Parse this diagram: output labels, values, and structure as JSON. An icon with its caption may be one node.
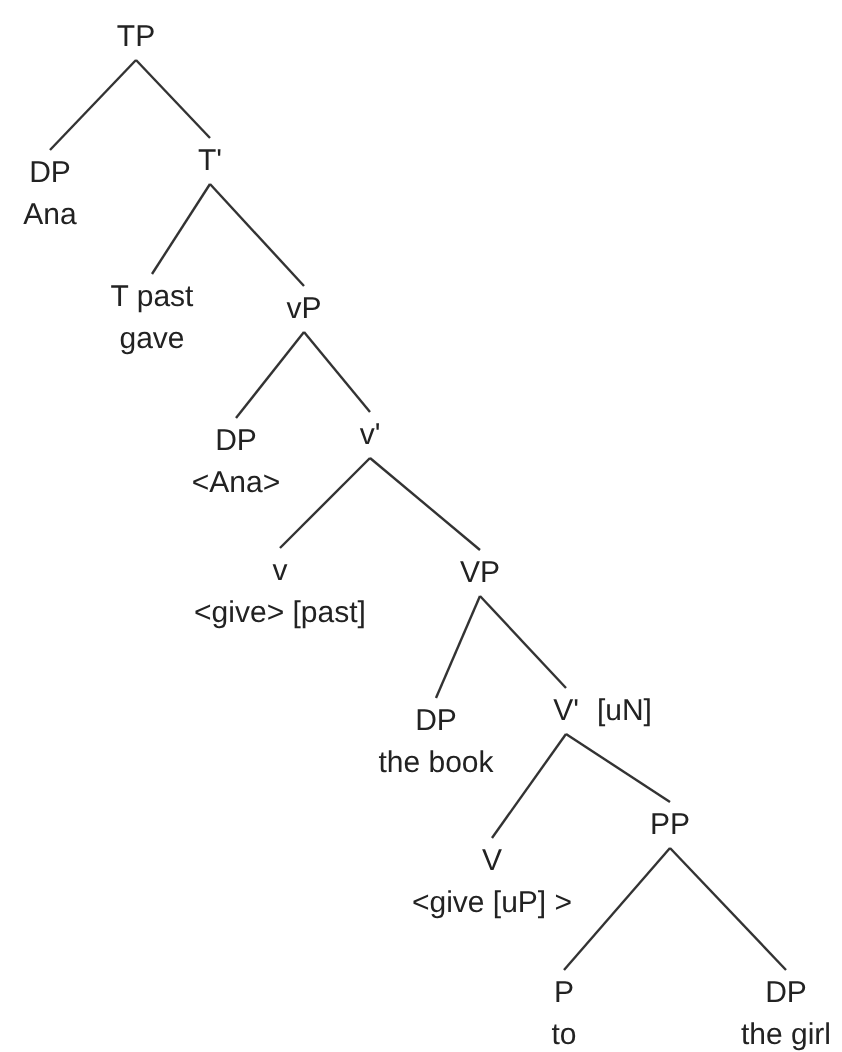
{
  "diagram": {
    "nodes": [
      {
        "text": [
          "TP"
        ]
      },
      {
        "text": [
          "DP",
          "Ana"
        ]
      },
      {
        "text": [
          "T'"
        ]
      },
      {
        "text": [
          "T past",
          "gave"
        ]
      },
      {
        "text": [
          "vP"
        ]
      },
      {
        "text": [
          "DP",
          "<Ana>"
        ]
      },
      {
        "text": [
          "v'"
        ]
      },
      {
        "text": [
          "v",
          "<give> [past]"
        ]
      },
      {
        "text": [
          "VP"
        ]
      },
      {
        "text": [
          "DP",
          "the book"
        ]
      },
      {
        "text": [
          "V'"
        ],
        "beside": [
          "[uN]"
        ]
      },
      {
        "text": [
          "PP"
        ]
      },
      {
        "text": [
          "V",
          "<give [uP] >"
        ]
      },
      {
        "text": [
          "P",
          "to"
        ]
      },
      {
        "text": [
          "DP",
          "the girl"
        ]
      }
    ],
    "edges": [
      {
        "from": 0,
        "to": 1,
        "arrow": "none"
      },
      {
        "from": 0,
        "to": 2,
        "arrow": "none"
      },
      {
        "from": 2,
        "to": 3,
        "arrow": "none"
      },
      {
        "from": 2,
        "to": 4,
        "arrow": "none"
      },
      {
        "from": 4,
        "to": 5,
        "arrow": "none"
      },
      {
        "from": 4,
        "to": 6,
        "arrow": "none"
      },
      {
        "from": 6,
        "to": 7,
        "arrow": "none"
      },
      {
        "from": 6,
        "to": 8,
        "arrow": "none"
      },
      {
        "from": 8,
        "to": 9,
        "arrow": "none"
      },
      {
        "from": 8,
        "to": 10,
        "arrow": "none"
      },
      {
        "from": 10,
        "to": 12,
        "arrow": "none"
      },
      {
        "from": 10,
        "to": 11,
        "arrow": "none"
      },
      {
        "from": 11,
        "to": 13,
        "arrow": "none"
      },
      {
        "from": 11,
        "to": 14,
        "arrow": "none"
      }
    ]
  }
}
